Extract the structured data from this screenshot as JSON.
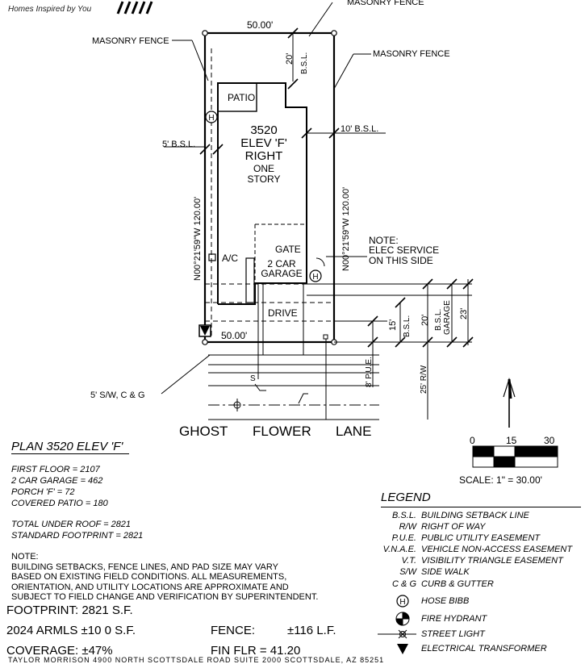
{
  "header": {
    "company_tagline": "Homes Inspired by You"
  },
  "site_plan": {
    "top_dim": "50.00'",
    "bottom_dim": "50.00'",
    "left_bearing": "N00°21'59\"W  120.00'",
    "right_bearing": "N00°21'59\"W  120.00'",
    "fence_top": "MASONRY FENCE",
    "fence_left": "MASONRY FENCE",
    "fence_right": "MASONRY FENCE",
    "rear_bsl": "20'",
    "rear_bsl_tag": "B.S.L.",
    "left_bsl": "5' B.S.L.",
    "right_bsl": "10' B.S.L.",
    "patio": "PATIO",
    "plan_lines": [
      "3520",
      "ELEV 'F'",
      "RIGHT",
      "ONE",
      "STORY"
    ],
    "ac": "A/C",
    "gate": "GATE",
    "garage_lines": [
      "2 CAR",
      "GARAGE"
    ],
    "drive": "DRIVE",
    "note_lines": [
      "NOTE:",
      "ELEC SERVICE",
      "ON THIS SIDE"
    ],
    "dim_15": "15'",
    "dim_15_tag": "B.S.L.",
    "dim_20": "20'",
    "dim_20_tag": "B.S.L.",
    "dim_20_tag2": "GARAGE",
    "dim_23": "23'",
    "pue": "8' P.U.E.",
    "rw": "25' R/W",
    "sw": "5' S/W, C & G",
    "sidewalk_mark": "S",
    "street_words": [
      "GHOST",
      "FLOWER",
      "LANE"
    ],
    "hose": "H"
  },
  "scale": {
    "ticks": [
      "0",
      "15",
      "30"
    ],
    "label": "SCALE: 1\" = 30.00'"
  },
  "plan_summary": {
    "title": "PLAN 3520 ELEV 'F'",
    "lines": [
      "FIRST FLOOR = 2107",
      "2 CAR GARAGE = 462",
      "PORCH 'F' = 72",
      "COVERED PATIO = 180"
    ],
    "totals": [
      "TOTAL UNDER ROOF = 2821",
      "STANDARD FOOTPRINT = 2821"
    ]
  },
  "notes": {
    "title": "NOTE:",
    "lines": [
      "BUILDING SETBACKS, FENCE LINES, AND PAD SIZE MAY VARY",
      "BASED ON EXISTING FIELD CONDITIONS.  ALL MEASUREMENTS,",
      "ORIENTATION, AND UTILITY LOCATIONS ARE APPROXIMATE AND",
      "SUBJECT TO FIELD CHANGE AND VERIFICATION BY SUPERINTENDENT."
    ]
  },
  "stats": {
    "footprint": "FOOTPRINT: 2821 S.F.",
    "lot": "2024 ARMLS  ±10 0 S.F.",
    "fence": "FENCE:",
    "fence_val": "±116 L.F.",
    "coverage": "COVERAGE: ±47%",
    "fin_flr": "FIN FLR = 41.20"
  },
  "legend": {
    "title": "LEGEND",
    "items": [
      {
        "abbr": "B.S.L.",
        "def": "BUILDING SETBACK LINE"
      },
      {
        "abbr": "R/W",
        "def": "RIGHT OF WAY"
      },
      {
        "abbr": "P.U.E.",
        "def": "PUBLIC UTILITY EASEMENT"
      },
      {
        "abbr": "V.N.A.E.",
        "def": "VEHICLE NON-ACCESS EASEMENT"
      },
      {
        "abbr": "V.T.",
        "def": "VISIBILITY TRIANGLE EASEMENT"
      },
      {
        "abbr": "S/W",
        "def": "SIDE WALK"
      },
      {
        "abbr": "C & G",
        "def": "CURB & GUTTER"
      }
    ],
    "symbols": [
      {
        "icon": "hose-bibb-icon",
        "def": "HOSE BIBB"
      },
      {
        "icon": "fire-hydrant-icon",
        "def": "FIRE HYDRANT"
      },
      {
        "icon": "street-light-icon",
        "def": "STREET LIGHT"
      },
      {
        "icon": "electrical-transformer-icon",
        "def": "ELECTRICAL TRANSFORMER"
      }
    ]
  },
  "footer": {
    "text": "TAYLOR MORRISON  4900 NORTH SCOTTSDALE ROAD SUITE 2000 SCOTTSDALE, AZ  85251"
  }
}
